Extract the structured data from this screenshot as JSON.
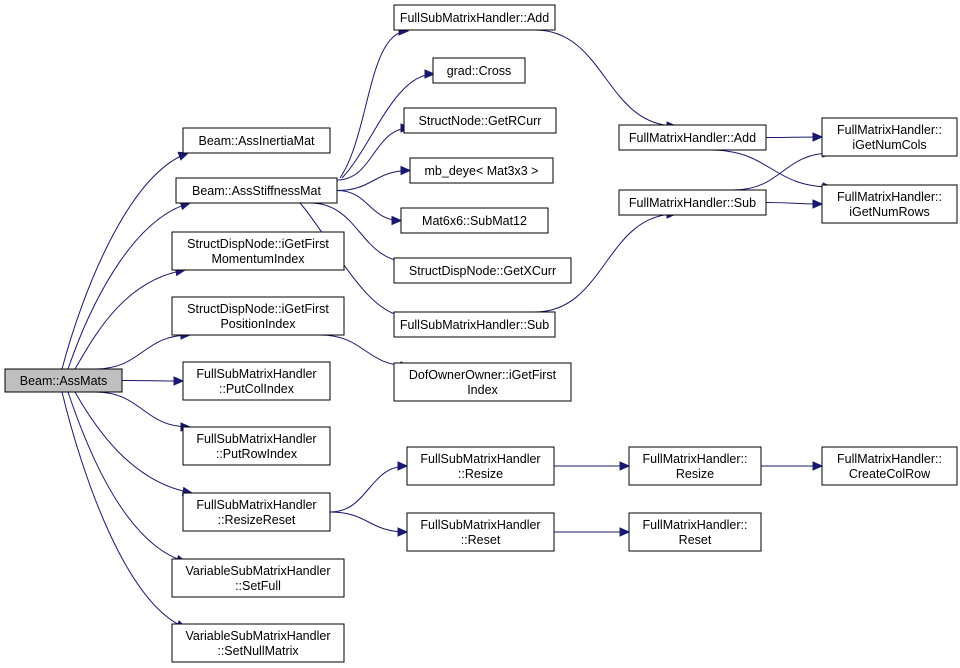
{
  "graph": {
    "nodes": [
      {
        "id": "root",
        "label": [
          "Beam::AssMats"
        ],
        "root": true
      },
      {
        "id": "assInertia",
        "label": [
          "Beam::AssInertiaMat"
        ]
      },
      {
        "id": "assStiff",
        "label": [
          "Beam::AssStiffnessMat"
        ]
      },
      {
        "id": "sdnMom",
        "label": [
          "StructDispNode::iGetFirst",
          "MomentumIndex"
        ]
      },
      {
        "id": "sdnPos",
        "label": [
          "StructDispNode::iGetFirst",
          "PositionIndex"
        ]
      },
      {
        "id": "putCol",
        "label": [
          "FullSubMatrixHandler",
          "::PutColIndex"
        ]
      },
      {
        "id": "putRow",
        "label": [
          "FullSubMatrixHandler",
          "::PutRowIndex"
        ]
      },
      {
        "id": "resizeReset",
        "label": [
          "FullSubMatrixHandler",
          "::ResizeReset"
        ]
      },
      {
        "id": "setFull",
        "label": [
          "VariableSubMatrixHandler",
          "::SetFull"
        ]
      },
      {
        "id": "setNull",
        "label": [
          "VariableSubMatrixHandler",
          "::SetNullMatrix"
        ]
      },
      {
        "id": "fsmAdd",
        "label": [
          "FullSubMatrixHandler::Add"
        ]
      },
      {
        "id": "gradCross",
        "label": [
          "grad::Cross"
        ]
      },
      {
        "id": "getRCurr",
        "label": [
          "StructNode::GetRCurr"
        ]
      },
      {
        "id": "mbDeye",
        "label": [
          "mb_deye< Mat3x3 >"
        ]
      },
      {
        "id": "subMat12",
        "label": [
          "Mat6x6::SubMat12"
        ]
      },
      {
        "id": "getXCurr",
        "label": [
          "StructDispNode::GetXCurr"
        ]
      },
      {
        "id": "fsmSub",
        "label": [
          "FullSubMatrixHandler::Sub"
        ]
      },
      {
        "id": "dofOwner",
        "label": [
          "DofOwnerOwner::iGetFirst",
          "Index"
        ]
      },
      {
        "id": "fsmResize",
        "label": [
          "FullSubMatrixHandler",
          "::Resize"
        ]
      },
      {
        "id": "fsmReset",
        "label": [
          "FullSubMatrixHandler",
          "::Reset"
        ]
      },
      {
        "id": "fmAdd",
        "label": [
          "FullMatrixHandler::Add"
        ]
      },
      {
        "id": "fmSub",
        "label": [
          "FullMatrixHandler::Sub"
        ]
      },
      {
        "id": "fmResize",
        "label": [
          "FullMatrixHandler::",
          "Resize"
        ]
      },
      {
        "id": "fmReset",
        "label": [
          "FullMatrixHandler::",
          "Reset"
        ]
      },
      {
        "id": "numCols",
        "label": [
          "FullMatrixHandler::",
          "iGetNumCols"
        ]
      },
      {
        "id": "numRows",
        "label": [
          "FullMatrixHandler::",
          "iGetNumRows"
        ]
      },
      {
        "id": "createColRow",
        "label": [
          "FullMatrixHandler::",
          "CreateColRow"
        ]
      }
    ],
    "edges": [
      {
        "from": "root",
        "to": "assInertia"
      },
      {
        "from": "root",
        "to": "assStiff"
      },
      {
        "from": "root",
        "to": "sdnMom"
      },
      {
        "from": "root",
        "to": "sdnPos"
      },
      {
        "from": "root",
        "to": "putCol"
      },
      {
        "from": "root",
        "to": "putRow"
      },
      {
        "from": "root",
        "to": "resizeReset"
      },
      {
        "from": "root",
        "to": "setFull"
      },
      {
        "from": "root",
        "to": "setNull"
      },
      {
        "from": "assStiff",
        "to": "fsmAdd"
      },
      {
        "from": "assStiff",
        "to": "gradCross"
      },
      {
        "from": "assStiff",
        "to": "getRCurr"
      },
      {
        "from": "assStiff",
        "to": "mbDeye"
      },
      {
        "from": "assStiff",
        "to": "subMat12"
      },
      {
        "from": "assStiff",
        "to": "getXCurr"
      },
      {
        "from": "assStiff",
        "to": "fsmSub"
      },
      {
        "from": "sdnPos",
        "to": "dofOwner"
      },
      {
        "from": "resizeReset",
        "to": "fsmResize"
      },
      {
        "from": "resizeReset",
        "to": "fsmReset"
      },
      {
        "from": "fsmAdd",
        "to": "fmAdd"
      },
      {
        "from": "fsmSub",
        "to": "fmSub"
      },
      {
        "from": "fmAdd",
        "to": "numCols"
      },
      {
        "from": "fmAdd",
        "to": "numRows"
      },
      {
        "from": "fmSub",
        "to": "numCols"
      },
      {
        "from": "fmSub",
        "to": "numRows"
      },
      {
        "from": "fsmResize",
        "to": "fmResize"
      },
      {
        "from": "fsmReset",
        "to": "fmReset"
      },
      {
        "from": "fmResize",
        "to": "createColRow"
      }
    ]
  },
  "colors": {
    "edge": "#191970",
    "root_fill": "#bfbfbf",
    "node_fill": "#ffffff",
    "node_border": "#000000"
  }
}
